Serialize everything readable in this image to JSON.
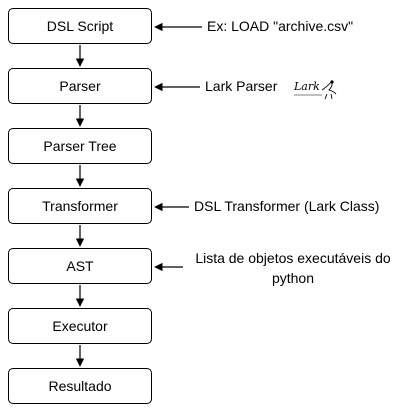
{
  "nodes": [
    {
      "label": "DSL Script"
    },
    {
      "label": "Parser"
    },
    {
      "label": "Parser Tree"
    },
    {
      "label": "Transformer"
    },
    {
      "label": "AST"
    },
    {
      "label": "Executor"
    },
    {
      "label": "Resultado"
    }
  ],
  "annotations": {
    "dsl_script": "Ex: LOAD \"archive.csv\"",
    "parser": "Lark Parser",
    "parser_logo": "Lark",
    "transformer": "DSL Transformer (Lark Class)",
    "ast_line1": "Lista de objetos executáveis do",
    "ast_line2": "python"
  }
}
